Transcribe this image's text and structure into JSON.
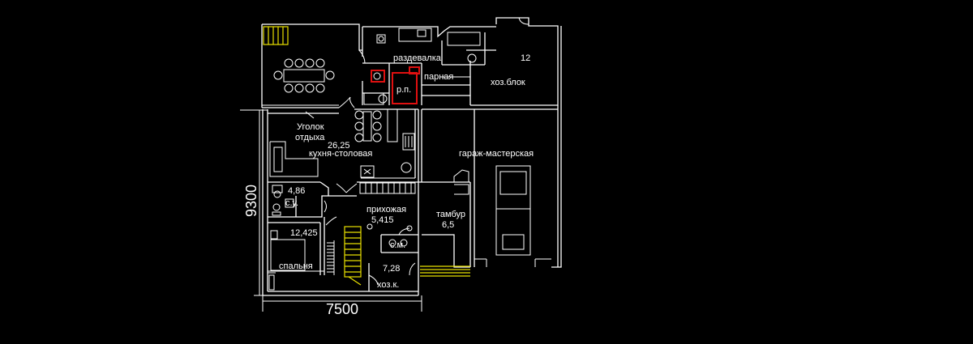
{
  "colors": {
    "background": "#000000",
    "walls": "#ffffff",
    "stairs": "#e8e000",
    "sauna_stove": "#e01010"
  },
  "dimensions": {
    "width": "7500",
    "height": "9300"
  },
  "rooms": {
    "razdevalka": "раздевалка",
    "parnaya": "парная",
    "rp": "р.п.",
    "hozblok": "хоз.блок",
    "hozblok_num": "12",
    "ugolok_1": "Уголок",
    "ugolok_2": "отдыха",
    "kitchen_area": "26,25",
    "kitchen": "кухня-столовая",
    "garage": "гараж-мастерская",
    "su_area": "4,86",
    "su": "с.у.",
    "hallway": "прихожая",
    "hallway_area": "5,415",
    "tambour": "тамбур",
    "tambour_area": "6,5",
    "bedroom_area": "12,425",
    "bedroom": "спальня",
    "sm": "с.м.",
    "storage_area": "7,28",
    "storage": "хоз.к."
  }
}
